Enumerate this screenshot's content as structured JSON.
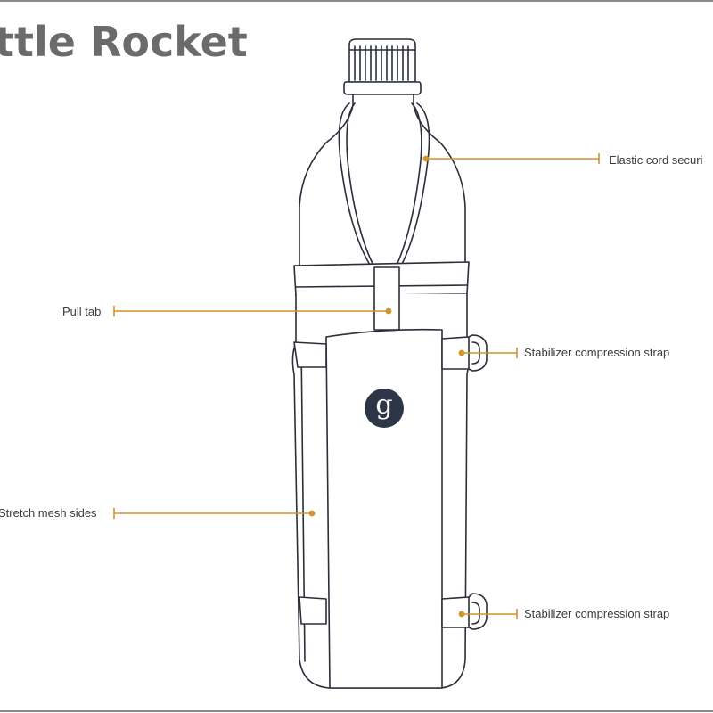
{
  "diagram": {
    "title": "ttle Rocket",
    "labels": {
      "elastic_cord": "Elastic cord securi",
      "pull_tab": "Pull tab",
      "stabilizer_top": "Stabilizer compression strap",
      "mesh_sides": "Stretch mesh sides",
      "stabilizer_bottom": "Stabilizer compression strap"
    },
    "logo_letter": "g",
    "colors": {
      "leader": "#d4922a",
      "outline": "#2a2f3a",
      "title": "#6b6b6b",
      "logo_bg": "#2d3646",
      "frame": "#8a8a8a"
    }
  }
}
